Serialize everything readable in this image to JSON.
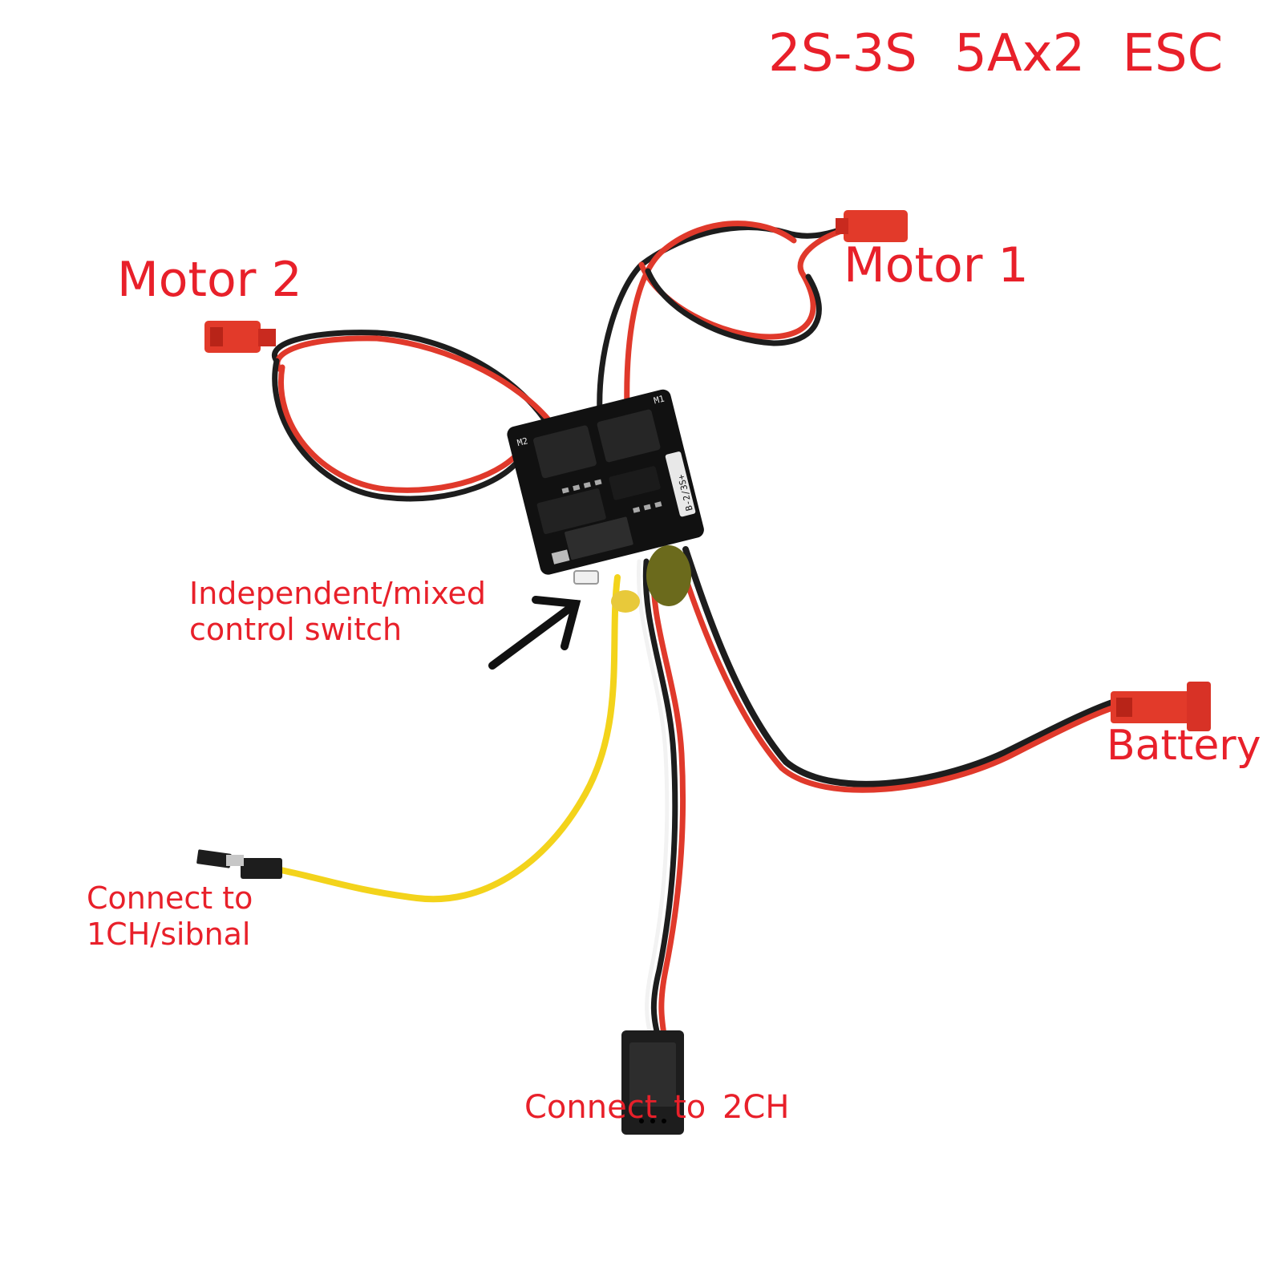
{
  "title": "2S-3S   5Ax2 ESC",
  "labels": {
    "motor2": "Motor 2",
    "motor1": "Motor 1",
    "switch": "Independent/mixed control switch",
    "battery": "Battery",
    "ch1": "Connect to 1CH/sibnal",
    "ch2": "Connect  to 2CH"
  },
  "board_markings": {
    "m1": "M1",
    "m2": "M2",
    "battery_pad": "B-2/3S+"
  },
  "colors": {
    "label_red": "#e8202a",
    "wire_red": "#e0392b",
    "wire_black": "#1d1d1d",
    "wire_yellow": "#f3d31b",
    "connector_red": "#e23a2a",
    "pcb_black": "#111111",
    "heatshrink_green": "#6b6a1c"
  }
}
